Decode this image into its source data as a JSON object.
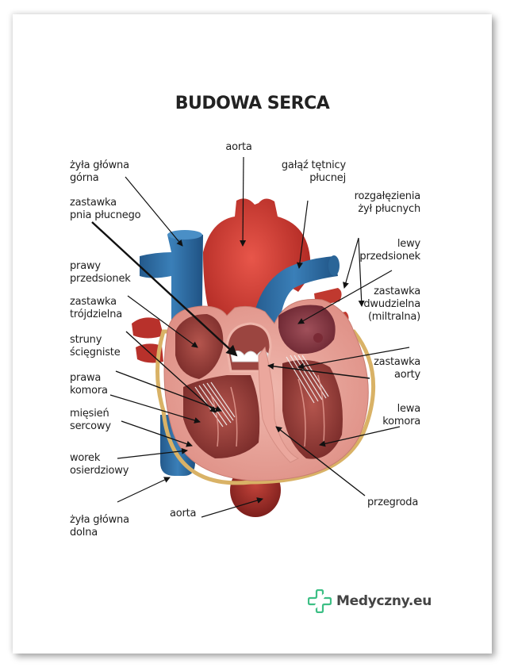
{
  "poster": {
    "title": "BUDOWA SERCA",
    "colors": {
      "background": "#ffffff",
      "title": "#222222",
      "label": "#1e1e1e",
      "arrow": "#111111",
      "vein_blue": "#2f6fa5",
      "artery_red": "#d23a32",
      "muscle_pink": "#e8a49a",
      "chamber_dark": "#8e3b3a",
      "pericardium_gold": "#d9b266",
      "logo_green": "#3dbf85",
      "logo_text": "#444444"
    }
  },
  "labels": {
    "zyla_glowna_gorna": "żyła główna\ngórna",
    "zastawka_pnia": "zastawka\npnia płucnego",
    "prawy_przedsionek": "prawy\nprzedsionek",
    "zastawka_trojdzielna": "zastawka\ntrójdzielna",
    "struny": "struny\nścięgniste",
    "prawa_komora": "prawa\nkomora",
    "miesien": "mięsień\nsercowy",
    "worek": "worek\nosierdziowy",
    "zyla_glowna_dolna": "żyła główna\ndolna",
    "aorta_top": "aorta",
    "galaz_tetnicy": "gałąź tętnicy\npłucnej",
    "rozgalezienia": "rozgałęzienia\nżył płucnych",
    "lewy_przedsionek": "lewy\nprzedsionek",
    "zastawka_dwudzielna": "zastawka\ndwudzielna\n(miltralna)",
    "zastawka_aorty": "zastawka\naorty",
    "lewa_komora": "lewa\nkomora",
    "przegroda": "przegroda",
    "aorta_bottom": "aorta"
  },
  "footer": {
    "logo_icon": "medical-cross-icon",
    "logo_text": "Medyczny.eu"
  }
}
